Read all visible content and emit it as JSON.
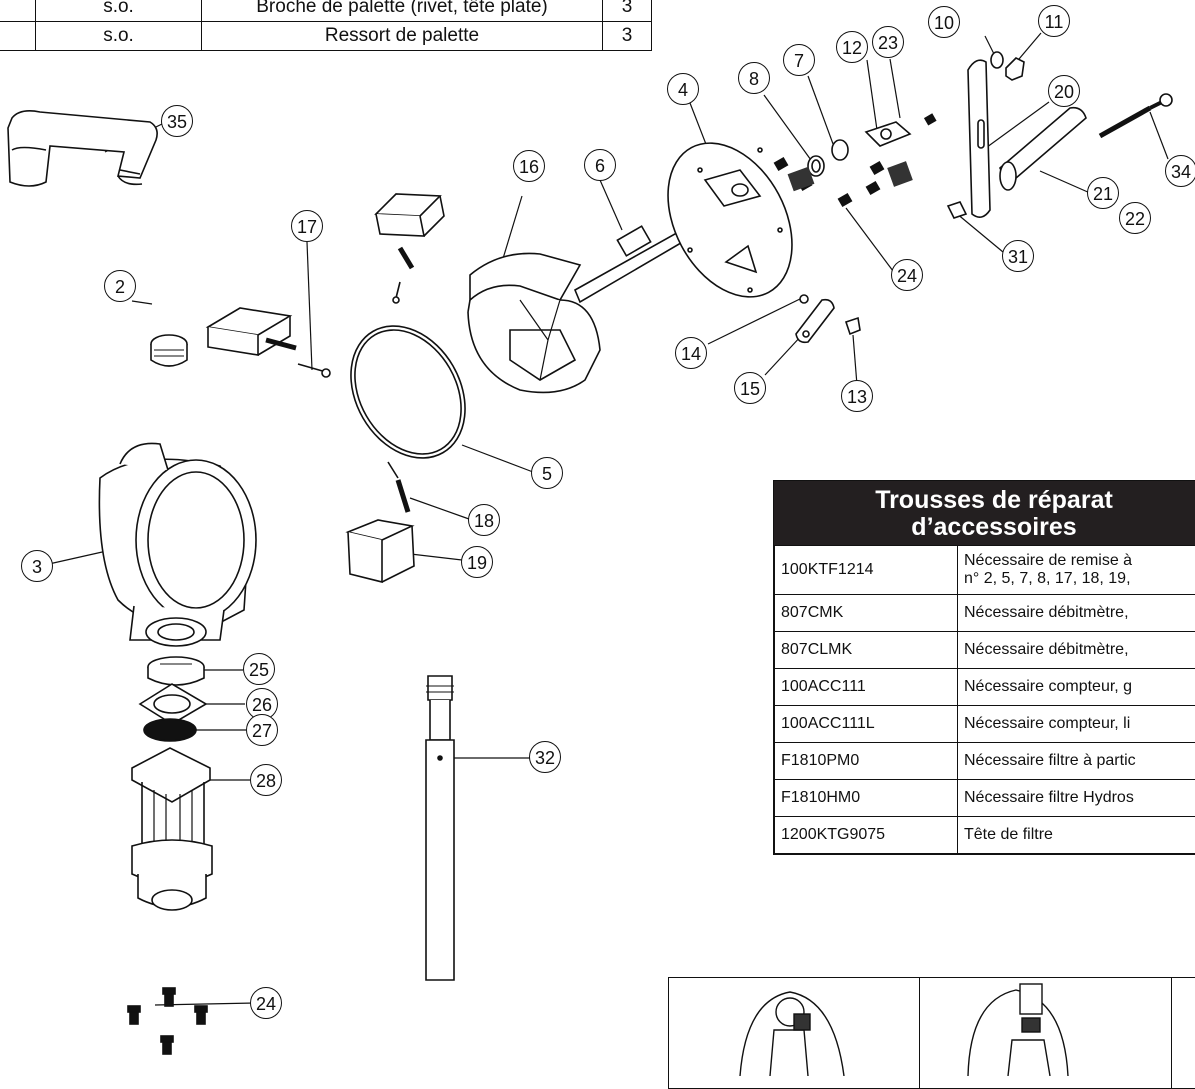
{
  "parts_table": {
    "rows": [
      {
        "ref": "s.o.",
        "description": "Broche de palette (rivet, tête plate)",
        "qty": "3"
      },
      {
        "ref": "s.o.",
        "description": "Ressort de palette",
        "qty": "3"
      }
    ]
  },
  "callouts": [
    "2",
    "3",
    "4",
    "5",
    "6",
    "7",
    "8",
    "10",
    "11",
    "12",
    "13",
    "14",
    "15",
    "16",
    "17",
    "18",
    "19",
    "20",
    "21",
    "22",
    "23",
    "24",
    "24",
    "25",
    "26",
    "27",
    "28",
    "31",
    "32",
    "34",
    "35"
  ],
  "kits": {
    "title_line1": "Trousses de réparat",
    "title_line2": "d’accessoires",
    "rows": [
      {
        "code": "100KTF1214",
        "desc": "Nécessaire de remise à",
        "desc2": "n° 2, 5, 7, 8, 17, 18, 19,"
      },
      {
        "code": "807CMK",
        "desc": "Nécessaire débitmètre,"
      },
      {
        "code": "807CLMK",
        "desc": "Nécessaire débitmètre,"
      },
      {
        "code": "100ACC111",
        "desc": "Nécessaire compteur, g"
      },
      {
        "code": "100ACC111L",
        "desc": "Nécessaire compteur, li"
      },
      {
        "code": "F1810PM0",
        "desc": "Nécessaire filtre à partic"
      },
      {
        "code": "F1810HM0",
        "desc": "Nécessaire filtre Hydros"
      },
      {
        "code": "1200KTG9075",
        "desc": "Tête de filtre"
      }
    ]
  }
}
